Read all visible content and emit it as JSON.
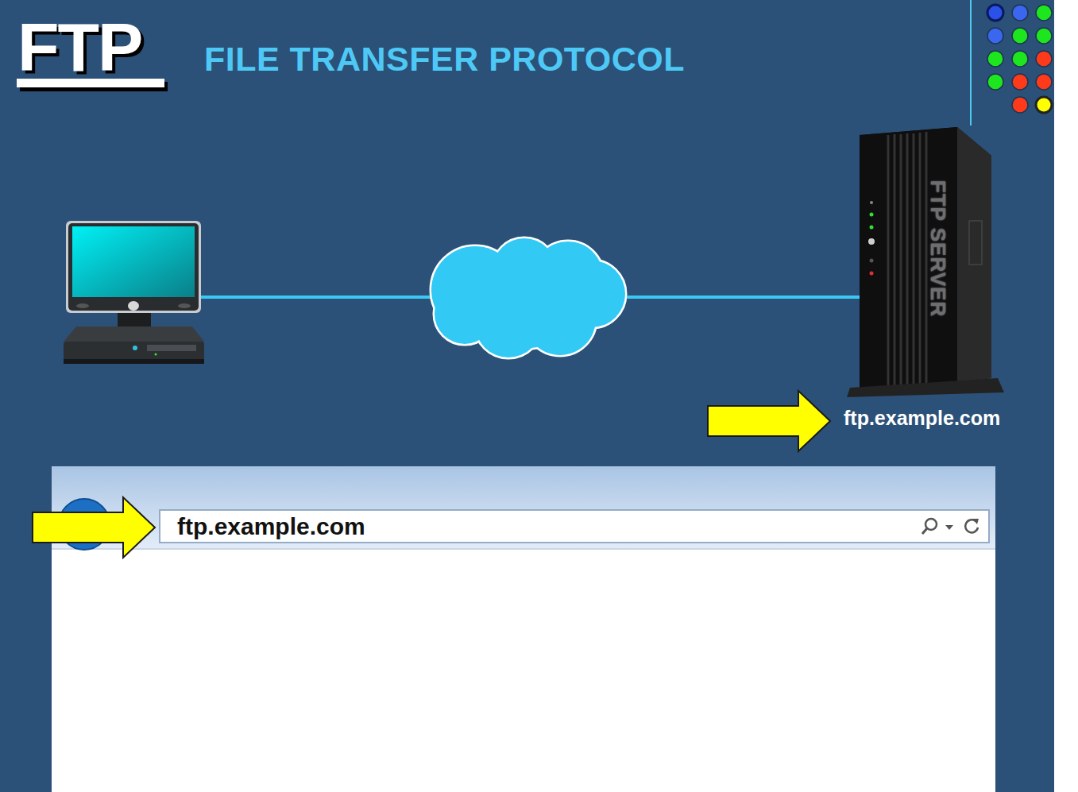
{
  "diagram": {
    "title": "FILE TRANSFER PROTOCOL",
    "nodes": [
      {
        "text": [
          "FTP SERVER"
        ]
      },
      {
        "text": [
          "ftp.example.com"
        ]
      }
    ],
    "labels": [
      "FTP",
      "ftp.example.com"
    ]
  }
}
